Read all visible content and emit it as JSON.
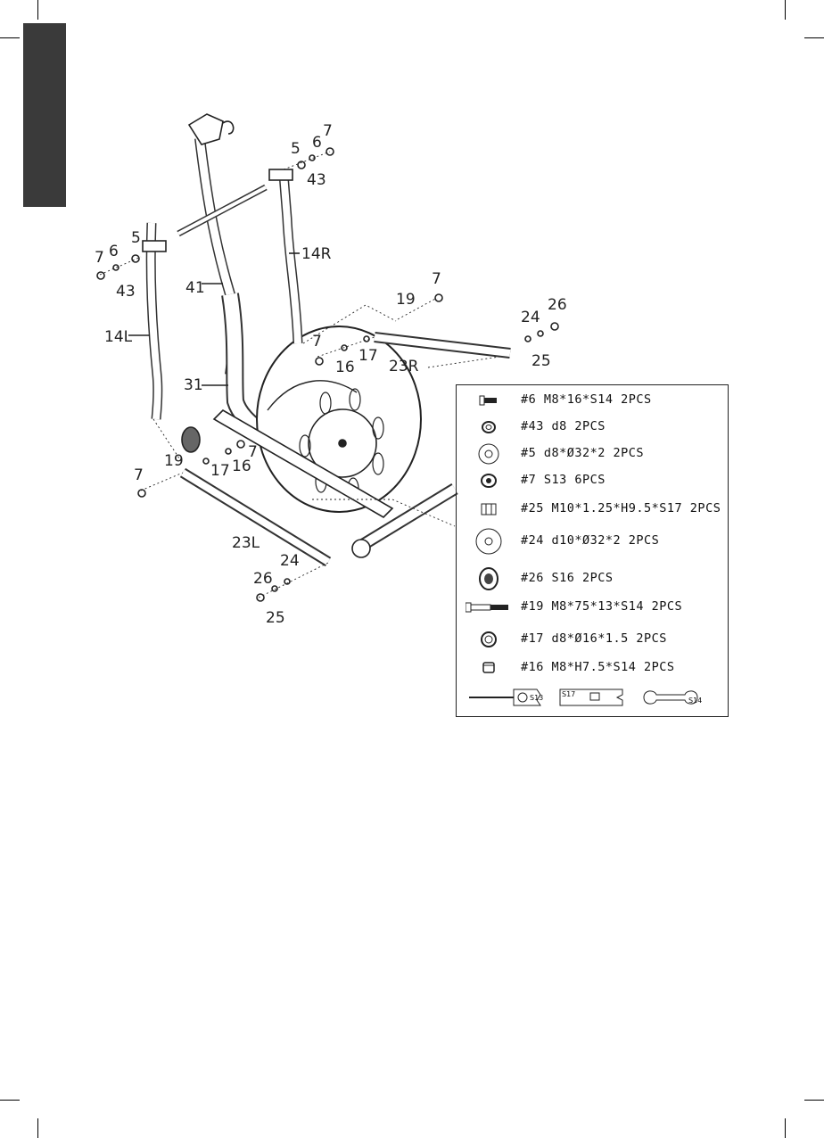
{
  "callouts": {
    "c7_top": "7",
    "c6_top": "6",
    "c5_top": "5",
    "c43_top": "43",
    "c14R": "14R",
    "c5_left": "5",
    "c6_left": "6",
    "c7_left": "7",
    "c43_left": "43",
    "c41": "41",
    "c14L": "14L",
    "c7_right": "7",
    "c19_right": "19",
    "c24_right": "24",
    "c26_right": "26",
    "c7_mid": "7",
    "c16_mid": "16",
    "c17_mid": "17",
    "c23R": "23R",
    "c25_right": "25",
    "c31": "31",
    "c7_low": "7",
    "c16_low": "16",
    "c17_low": "17",
    "c19_low": "19",
    "c7_far": "7",
    "c23L": "23L",
    "c24_low": "24",
    "c26_low": "26",
    "c25_low": "25"
  },
  "parts_list": [
    {
      "icon": "hex-bolt-short-icon",
      "text": "#6  M8*16*S14  2PCS"
    },
    {
      "icon": "spring-washer-icon",
      "text": "#43  d8  2PCS"
    },
    {
      "icon": "flat-washer-icon",
      "text": "#5  d8*Ø32*2  2PCS"
    },
    {
      "icon": "cap-nut-icon",
      "text": "#7  S13  6PCS"
    },
    {
      "icon": "hex-nut-icon",
      "text": "#25  M10*1.25*H9.5*S17  2PCS"
    },
    {
      "icon": "large-washer-icon",
      "text": "#24  d10*Ø32*2  2PCS"
    },
    {
      "icon": "nylon-nut-icon",
      "text": "#26  S16  2PCS"
    },
    {
      "icon": "long-bolt-icon",
      "text": "#19  M8*75*13*S14  2PCS"
    },
    {
      "icon": "small-washer-icon",
      "text": "#17  d8*Ø16*1.5  2PCS"
    },
    {
      "icon": "small-nut-icon",
      "text": "#16  M8*H7.5*S14  2PCS"
    }
  ],
  "tools": {
    "s13": "S13",
    "s17": "S17",
    "s14": "S14"
  }
}
